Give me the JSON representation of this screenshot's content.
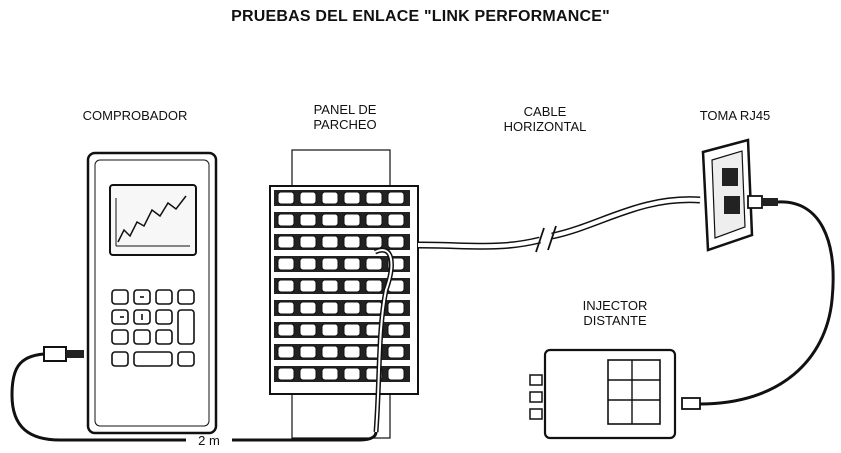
{
  "title": "PRUEBAS DEL ENLACE \"LINK PERFORMANCE\"",
  "labels": {
    "tester": "COMPROBADOR",
    "patch_panel_line1": "PANEL DE",
    "patch_panel_line2": "PARCHEO",
    "horizontal_cable_line1": "CABLE",
    "horizontal_cable_line2": "HORIZONTAL",
    "outlet": "TOMA RJ45",
    "injector_line1": "INJECTOR",
    "injector_line2": "DISTANTE",
    "distance": "2 m"
  }
}
